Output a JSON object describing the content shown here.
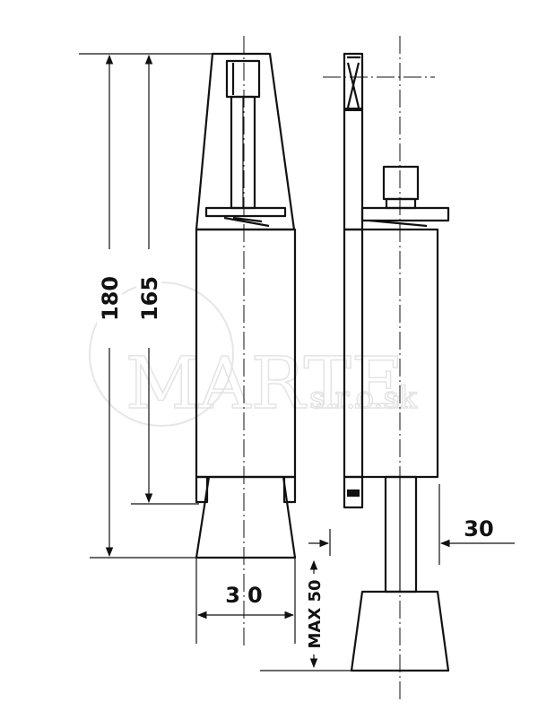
{
  "dimensions": {
    "total_height": "180",
    "body_height": "165",
    "front_width": "30",
    "side_width": "30",
    "stroke_max": "MAX 50"
  },
  "watermark": {
    "brand": "MARTE",
    "domain": "s.r.o.sk"
  },
  "colors": {
    "line": "#111111",
    "background": "#ffffff",
    "watermark": "#e4e4e4"
  }
}
